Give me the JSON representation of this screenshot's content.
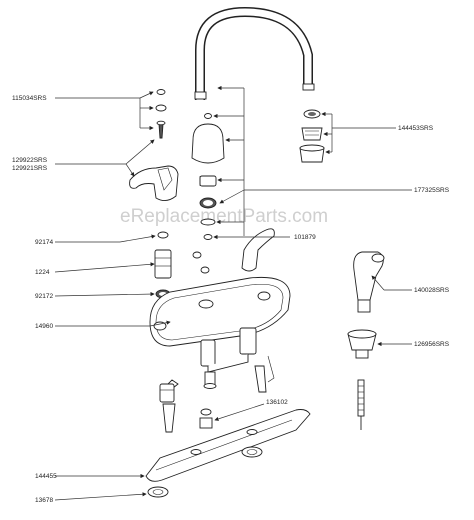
{
  "watermark": "eReplacementParts.com",
  "labels": {
    "p115034": "115034SRS",
    "p129922": "129922SRS",
    "p129921": "129921SRS",
    "p92174": "92174",
    "p1224": "1224",
    "p92172": "92172",
    "p14960": "14960",
    "p144453": "144453SRS",
    "p177325": "177325SRS",
    "p101879": "101879",
    "p140028": "140028SRS",
    "p126956": "126956SRS",
    "p136102": "136102",
    "p144455": "144455",
    "p13678": "13678"
  }
}
